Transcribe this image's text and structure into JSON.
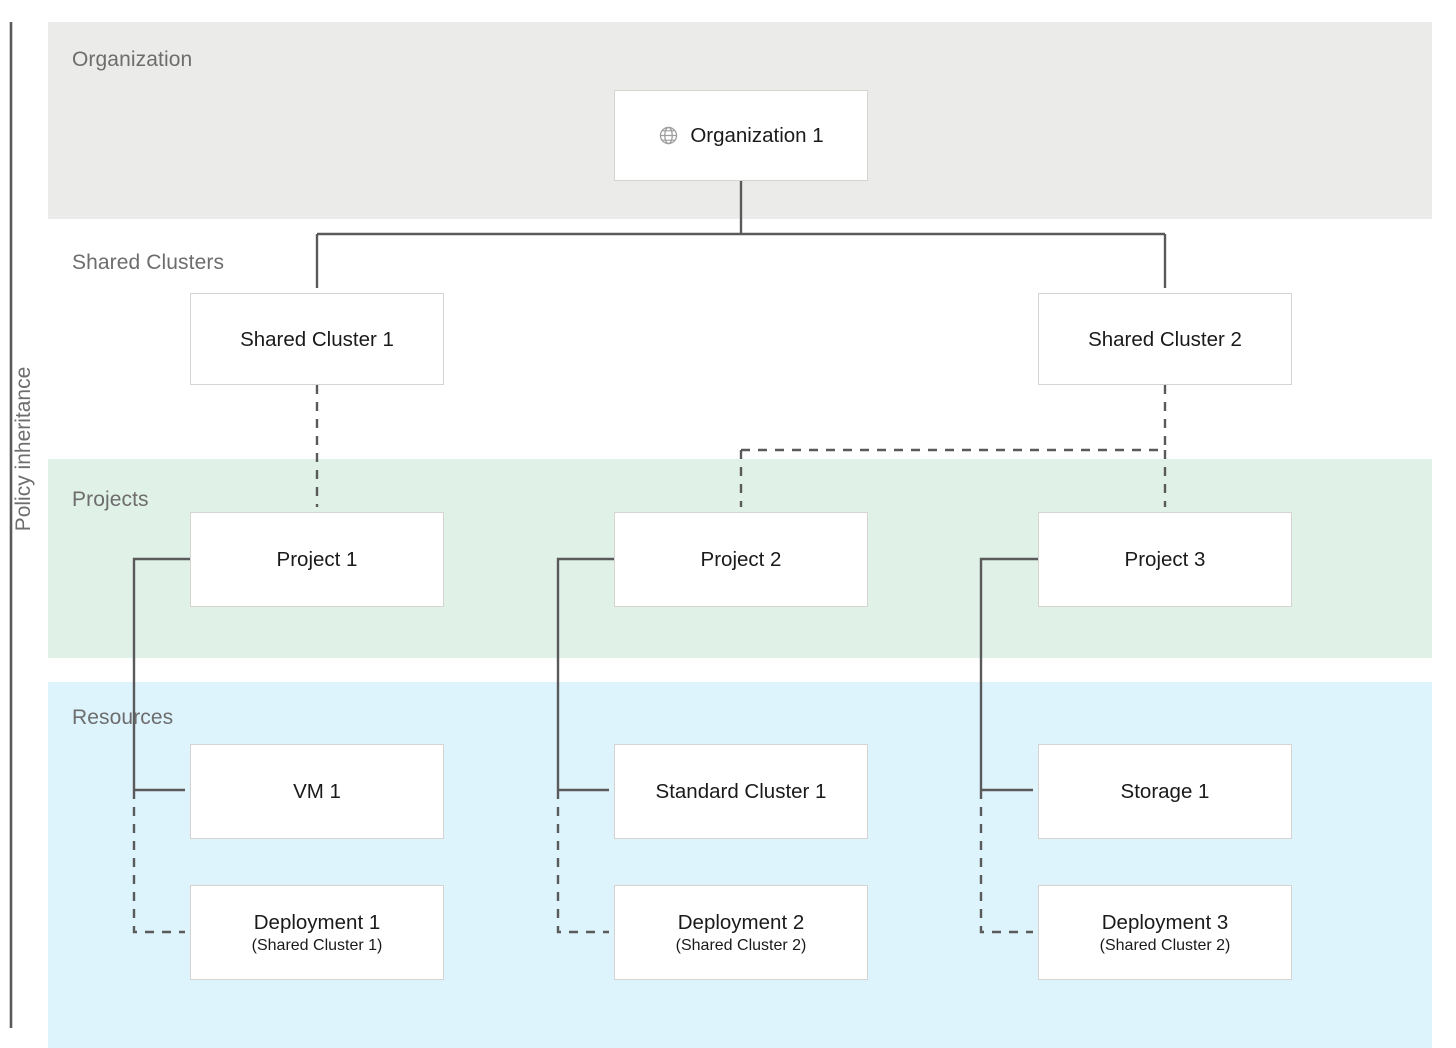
{
  "diagram": {
    "axis_label": "Policy inheritance",
    "accent_colors": {
      "band_organization": "#ebebe9",
      "band_projects": "#e0f1e8",
      "band_resources": "#ddf4fc",
      "node_border": "#d6d3d1",
      "connector": "#5a5a5a",
      "tier_text": "#6d6d6d"
    }
  },
  "tiers": [
    {
      "label": "Organization"
    },
    {
      "label": "Shared Clusters"
    },
    {
      "label": "Projects"
    },
    {
      "label": "Resources"
    }
  ],
  "nodes": {
    "organization": {
      "label": "Organization 1",
      "icon": "globe-icon"
    },
    "shared_clusters": [
      {
        "label": "Shared Cluster 1"
      },
      {
        "label": "Shared Cluster 2"
      }
    ],
    "projects": [
      {
        "label": "Project 1"
      },
      {
        "label": "Project 2"
      },
      {
        "label": "Project 3"
      }
    ],
    "resources": [
      {
        "label": "VM 1",
        "sub": ""
      },
      {
        "label": "Standard Cluster 1",
        "sub": ""
      },
      {
        "label": "Storage 1",
        "sub": ""
      },
      {
        "label": "Deployment 1",
        "sub": "(Shared Cluster 1)"
      },
      {
        "label": "Deployment 2",
        "sub": "(Shared Cluster 2)"
      },
      {
        "label": "Deployment 3",
        "sub": "(Shared Cluster 2)"
      }
    ]
  }
}
